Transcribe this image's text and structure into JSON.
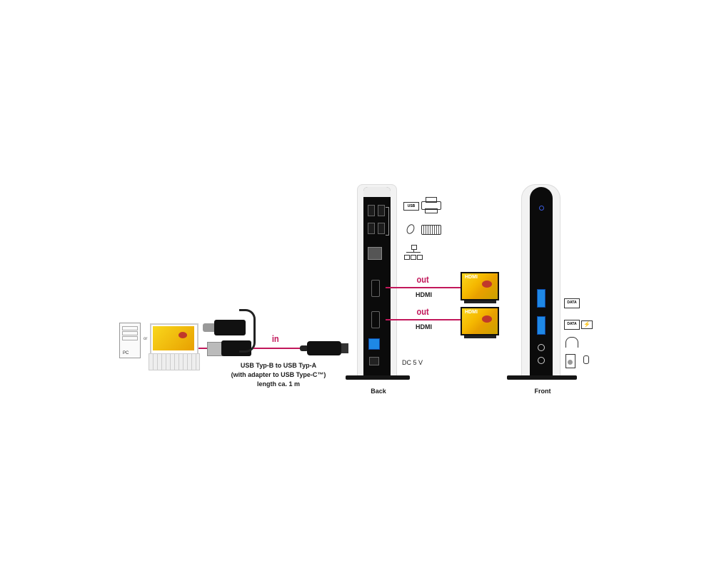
{
  "source": {
    "pc_label": "PC",
    "or_label": "or"
  },
  "cable": {
    "direction_label": "in",
    "description_line1": "USB Typ-B to USB Typ-A",
    "description_line2": "(with adapter to USB Type-C™)",
    "description_line3": "length ca. 1 m"
  },
  "back_view": {
    "caption": "Back",
    "outputs": [
      {
        "direction_label": "out",
        "type_label": "HDMI",
        "screen_label": "HDMI"
      },
      {
        "direction_label": "out",
        "type_label": "HDMI",
        "screen_label": "HDMI"
      }
    ],
    "usb_icon_label": "USB",
    "power_label": "DC 5 V"
  },
  "front_view": {
    "caption": "Front",
    "port_icons": [
      {
        "label": "DATA"
      },
      {
        "label": "DATA"
      }
    ]
  },
  "colors": {
    "cable_accent": "#c2185b",
    "dock_body": "#0b0b0b",
    "usb3_port": "#1e88e5",
    "monitor_screen": "#f5b800"
  }
}
